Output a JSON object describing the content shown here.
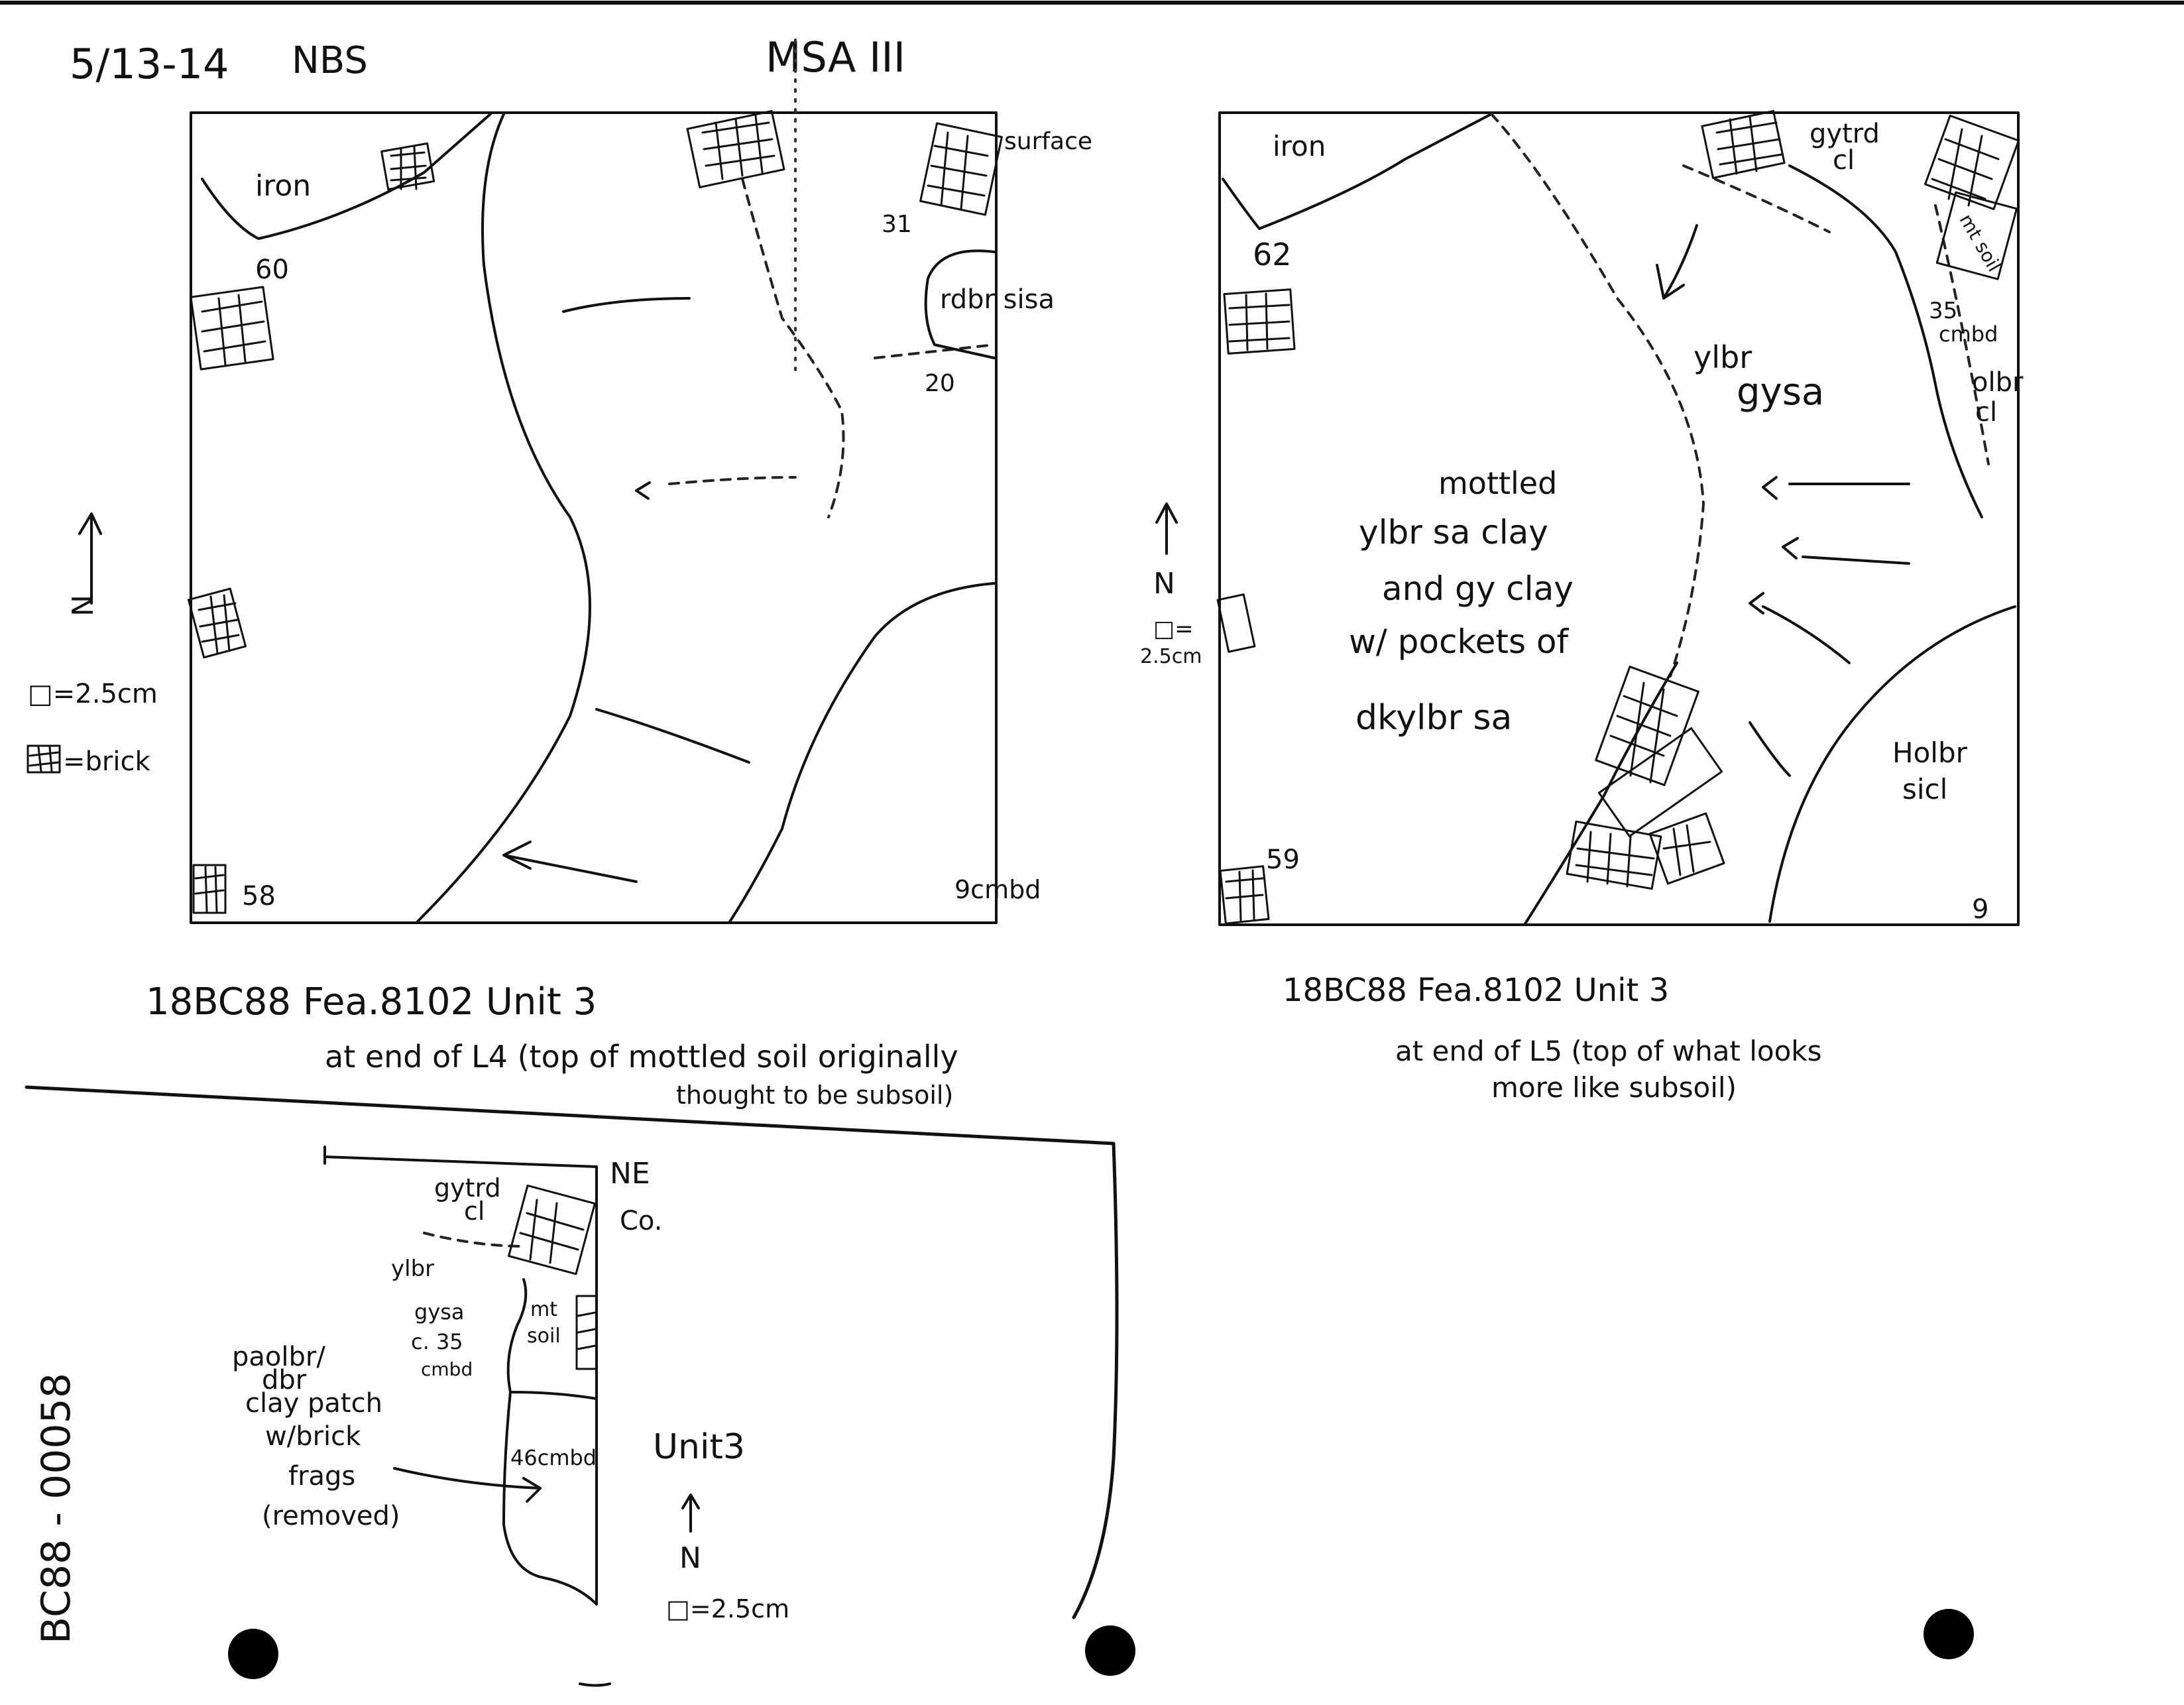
{
  "header": {
    "date": "5/13-14",
    "initials": "NBS",
    "site_code": "MSA III"
  },
  "plan_left": {
    "labels": {
      "iron": "iron",
      "surface": "surface",
      "rdbr_sisa": "rdbr sisa",
      "elev_31": "31",
      "elev_20": "20",
      "elev_60": "60",
      "elev_58": "58",
      "elev_9": "9cmbd"
    },
    "caption_line1": "18BC88   Fea.8102   Unit 3",
    "caption_line2": "at end of  L4 (top of mottled soil originally",
    "caption_line3": "thought to be subsoil)"
  },
  "plan_right": {
    "labels": {
      "iron": "iron",
      "elev_62": "62",
      "gytrd_cl": "gytrd",
      "gytrd_cl2": "cl",
      "mot_soil": "mt soil",
      "elev_35": "35",
      "cmbd": "cmbd",
      "olbr_cl": "olbr",
      "olbr_cl2": "cl",
      "ylbr_gysa": "ylbr",
      "ylbr_gysa2": "gysa",
      "mottled_1": "mottled",
      "mottled_2": "ylbr sa clay",
      "mottled_3": "and gy clay",
      "mottled_4": "w/ pockets of",
      "mottled_5": "dkylbr sa",
      "holbr_1": "Holbr",
      "holbr_2": "sicl",
      "elev_59": "59",
      "elev_9": "9",
      "scale_a": "□=",
      "scale_b": "2.5cm"
    },
    "caption_line1": "18BC88   Fea.8102   Unit 3",
    "caption_line2": "at end of L5 (top of what looks",
    "caption_line3": "more like subsoil)"
  },
  "legend": {
    "north": "N",
    "scale": "□=2.5cm",
    "brick": "=brick"
  },
  "profile": {
    "ne_corner": "NE",
    "ne_corner2": "Co.",
    "gytrd": "gytrd",
    "gytrd2": "cl",
    "ylbr": "ylbr",
    "gysa": "gysa",
    "c35": "c. 35",
    "cmbd": "cmbd",
    "mt_soil": "mt",
    "mt_soil2": "soil",
    "elev_46": "46cmbd",
    "unit": "Unit3",
    "north": "N",
    "scale": "□=2.5cm",
    "note_1": "paolbr/",
    "note_2": "dbr",
    "note_3": "clay patch",
    "note_4": "w/brick",
    "note_5": "frags",
    "note_6": "(removed)"
  },
  "side_label": "BC88 - 00058"
}
